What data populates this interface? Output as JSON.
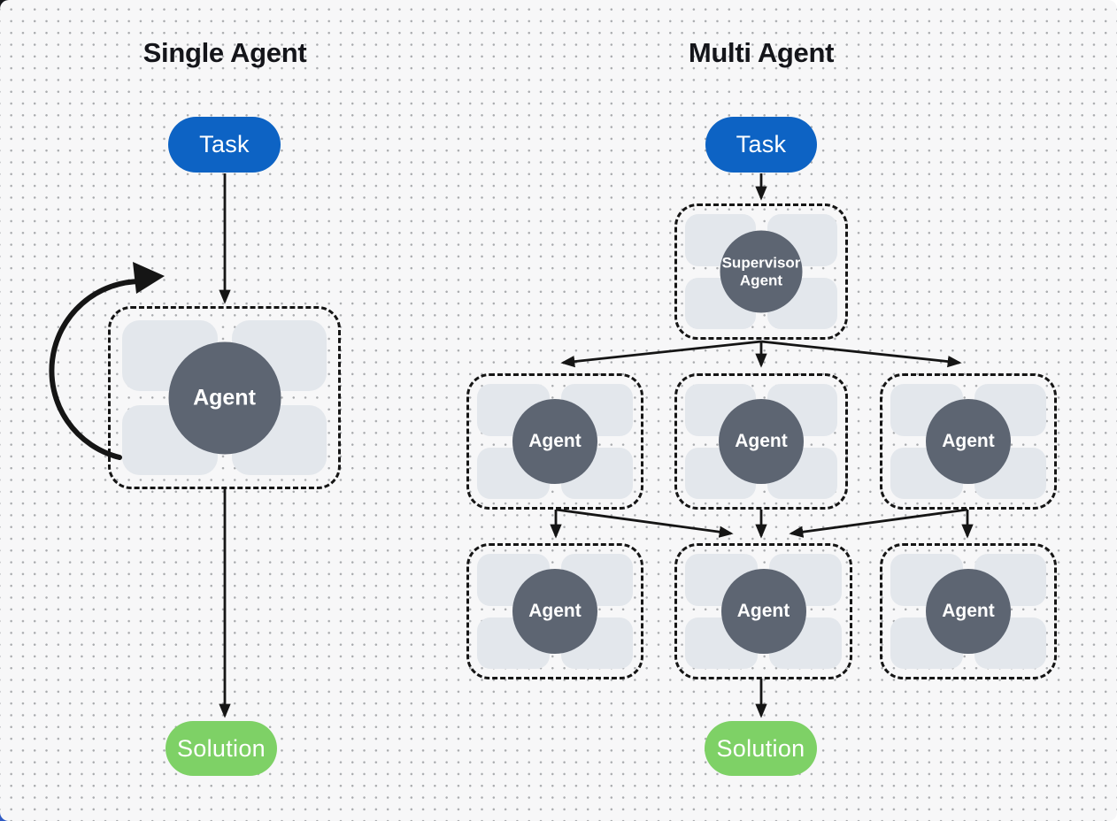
{
  "single": {
    "title": "Single Agent",
    "task": "Task",
    "agent": "Agent",
    "solution": "Solution"
  },
  "multi": {
    "title": "Multi Agent",
    "task": "Task",
    "supervisor": "Supervisor Agent",
    "workers_row1": [
      "Agent",
      "Agent",
      "Agent"
    ],
    "workers_row2": [
      "Agent",
      "Agent",
      "Agent"
    ],
    "solution": "Solution"
  },
  "colors": {
    "task_fill": "#0d63c4",
    "solution_fill": "#7ed166",
    "agent_circle_fill": "#5d6572",
    "tile_fill": "#e3e7ec",
    "edge_stroke": "#151515",
    "canvas_bg": "#f7f7f8",
    "dot_grid": "#a9abae",
    "title_text": "#14151a"
  }
}
